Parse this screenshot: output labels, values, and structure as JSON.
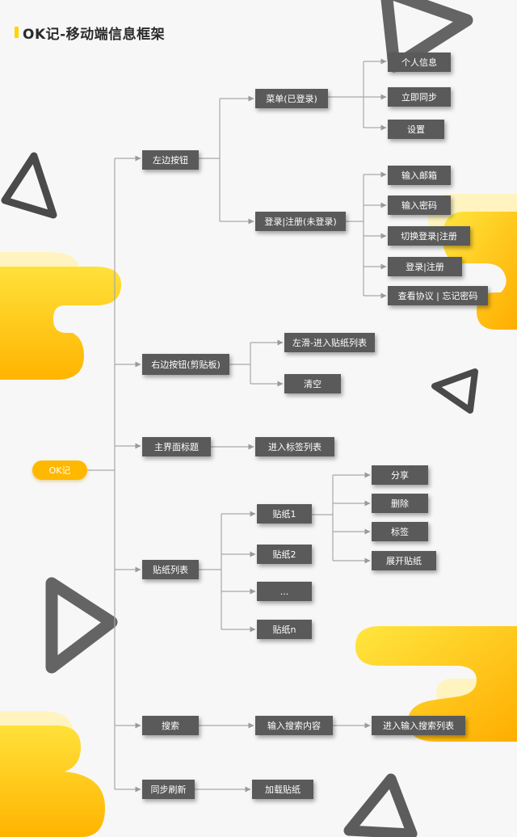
{
  "title": "OK记-移动端信息框架",
  "root": "OK记",
  "nodes": {
    "left_btn": "左边按钮",
    "menu_logged_in": "菜单(已登录)",
    "personal_info": "个人信息",
    "sync_now": "立即同步",
    "settings": "设置",
    "login_register_logged_out": "登录|注册(未登录)",
    "enter_email": "输入邮箱",
    "enter_password": "输入密码",
    "switch_login_register": "切换登录|注册",
    "login_register": "登录|注册",
    "view_agreement_forgot": "查看协议 | 忘记密码",
    "right_btn": "右边按钮(剪贴板)",
    "swipe_left": "左滑-进入贴纸列表",
    "clear": "清空",
    "main_title": "主界面标题",
    "enter_tag_list": "进入标签列表",
    "sticker_list": "贴纸列表",
    "sticker_1": "贴纸1",
    "share": "分享",
    "delete": "删除",
    "tag": "标签",
    "expand_sticker": "展开贴纸",
    "sticker_2": "贴纸2",
    "ellipsis": "...",
    "sticker_n": "贴纸n",
    "search": "搜索",
    "enter_search": "输入搜索内容",
    "enter_search_list": "进入输入搜索列表",
    "sync_refresh": "同步刷新",
    "load_stickers": "加载贴纸"
  }
}
